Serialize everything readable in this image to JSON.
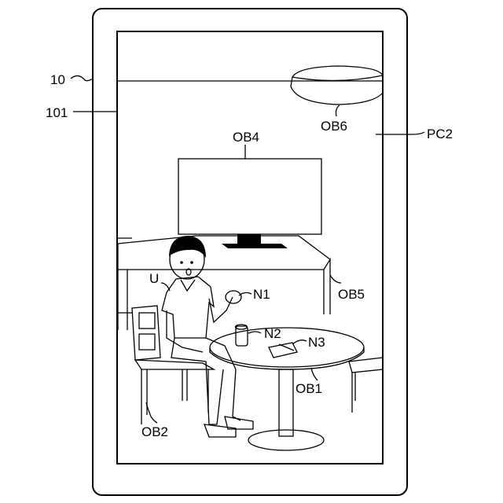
{
  "labels": {
    "device": "10",
    "screen": "101",
    "captured_image": "PC2",
    "table": "OB1",
    "chair": "OB2",
    "television": "OB4",
    "cabinet": "OB5",
    "ceiling_light": "OB6",
    "user": "U",
    "hand_note": "N1",
    "cup_note": "N2",
    "phone_note": "N3"
  },
  "colors": {
    "line": "#000000",
    "background": "#ffffff",
    "tv_stand": "#000000"
  }
}
